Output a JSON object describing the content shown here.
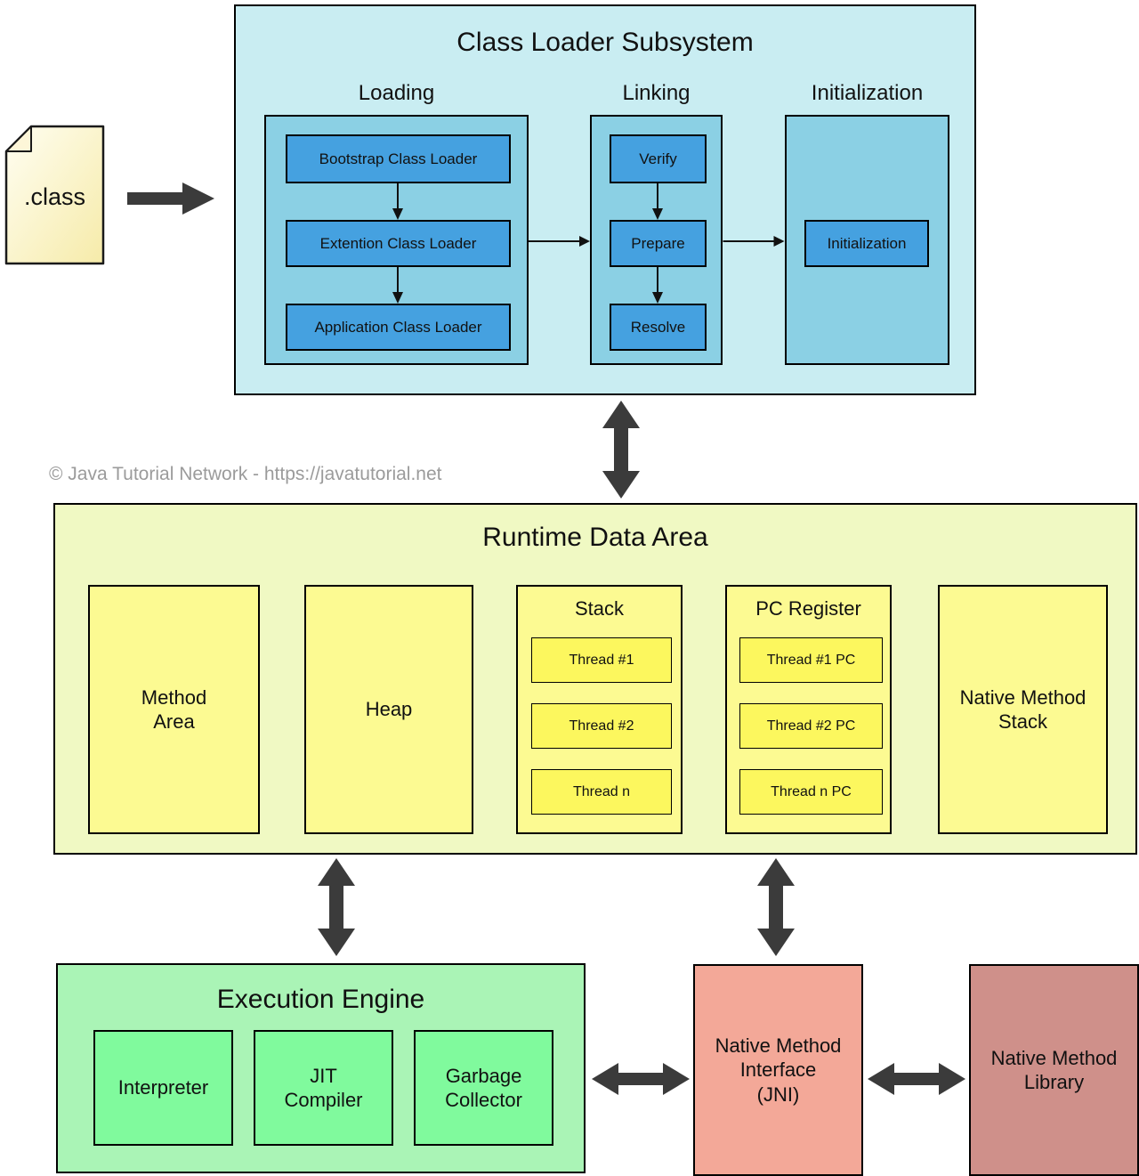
{
  "copyright": "© Java Tutorial Network - https://javatutorial.net",
  "class_file": {
    "label": ".class"
  },
  "class_loader": {
    "title": "Class Loader Subsystem",
    "loading": {
      "label": "Loading",
      "boxes": [
        "Bootstrap Class Loader",
        "Extention Class Loader",
        "Application Class Loader"
      ]
    },
    "linking": {
      "label": "Linking",
      "boxes": [
        "Verify",
        "Prepare",
        "Resolve"
      ]
    },
    "initialization": {
      "label": "Initialization",
      "box": "Initialization"
    }
  },
  "runtime": {
    "title": "Runtime Data Area",
    "method_area": "Method\nArea",
    "heap": "Heap",
    "stack": {
      "title": "Stack",
      "threads": [
        "Thread #1",
        "Thread #2",
        "Thread n"
      ]
    },
    "pc_register": {
      "title": "PC Register",
      "threads": [
        "Thread #1 PC",
        "Thread #2 PC",
        "Thread n PC"
      ]
    },
    "native_method_stack": "Native Method\nStack"
  },
  "execution_engine": {
    "title": "Execution Engine",
    "boxes": [
      "Interpreter",
      "JIT\nCompiler",
      "Garbage\nCollector"
    ]
  },
  "native_method_interface": "Native Method\nInterface\n(JNI)",
  "native_method_library": "Native Method\nLibrary",
  "colors": {
    "class_loader_bg": "#c9edf2",
    "loader_container_bg": "#8bd0e4",
    "loader_box_bg": "#45a1e0",
    "runtime_bg": "#f0f9c3",
    "runtime_box_bg": "#fcfa92",
    "thread_box_bg": "#fcf75e",
    "execution_bg": "#aaf4b6",
    "execution_box_bg": "#80fa9d",
    "jni_bg": "#f3a898",
    "native_lib_bg": "#cf908a",
    "arrow": "#3b3b3b",
    "class_file_light": "#fffef2",
    "class_file_dark": "#f6eba9",
    "class_file_fold": "#fdf6d8",
    "copyright_text": "#9b9b9b"
  }
}
